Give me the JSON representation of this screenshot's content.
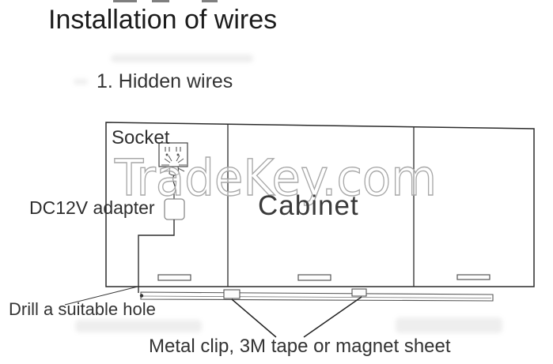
{
  "page": {
    "title": "Installation of wires",
    "section": "1. Hidden wires"
  },
  "watermark": {
    "text": "TradeKey.com"
  },
  "diagram": {
    "cabinet_label": "Cabinet",
    "socket_label": "Socket",
    "adapter_label": "DC12V adapter",
    "drill_note": "Drill a suitable hole",
    "clip_note": "Metal clip, 3M tape or magnet sheet",
    "door_count": 3,
    "colors": {
      "line": "#333333",
      "text": "#2b2b2b",
      "watermark_stroke": "#a8a8a8"
    }
  }
}
